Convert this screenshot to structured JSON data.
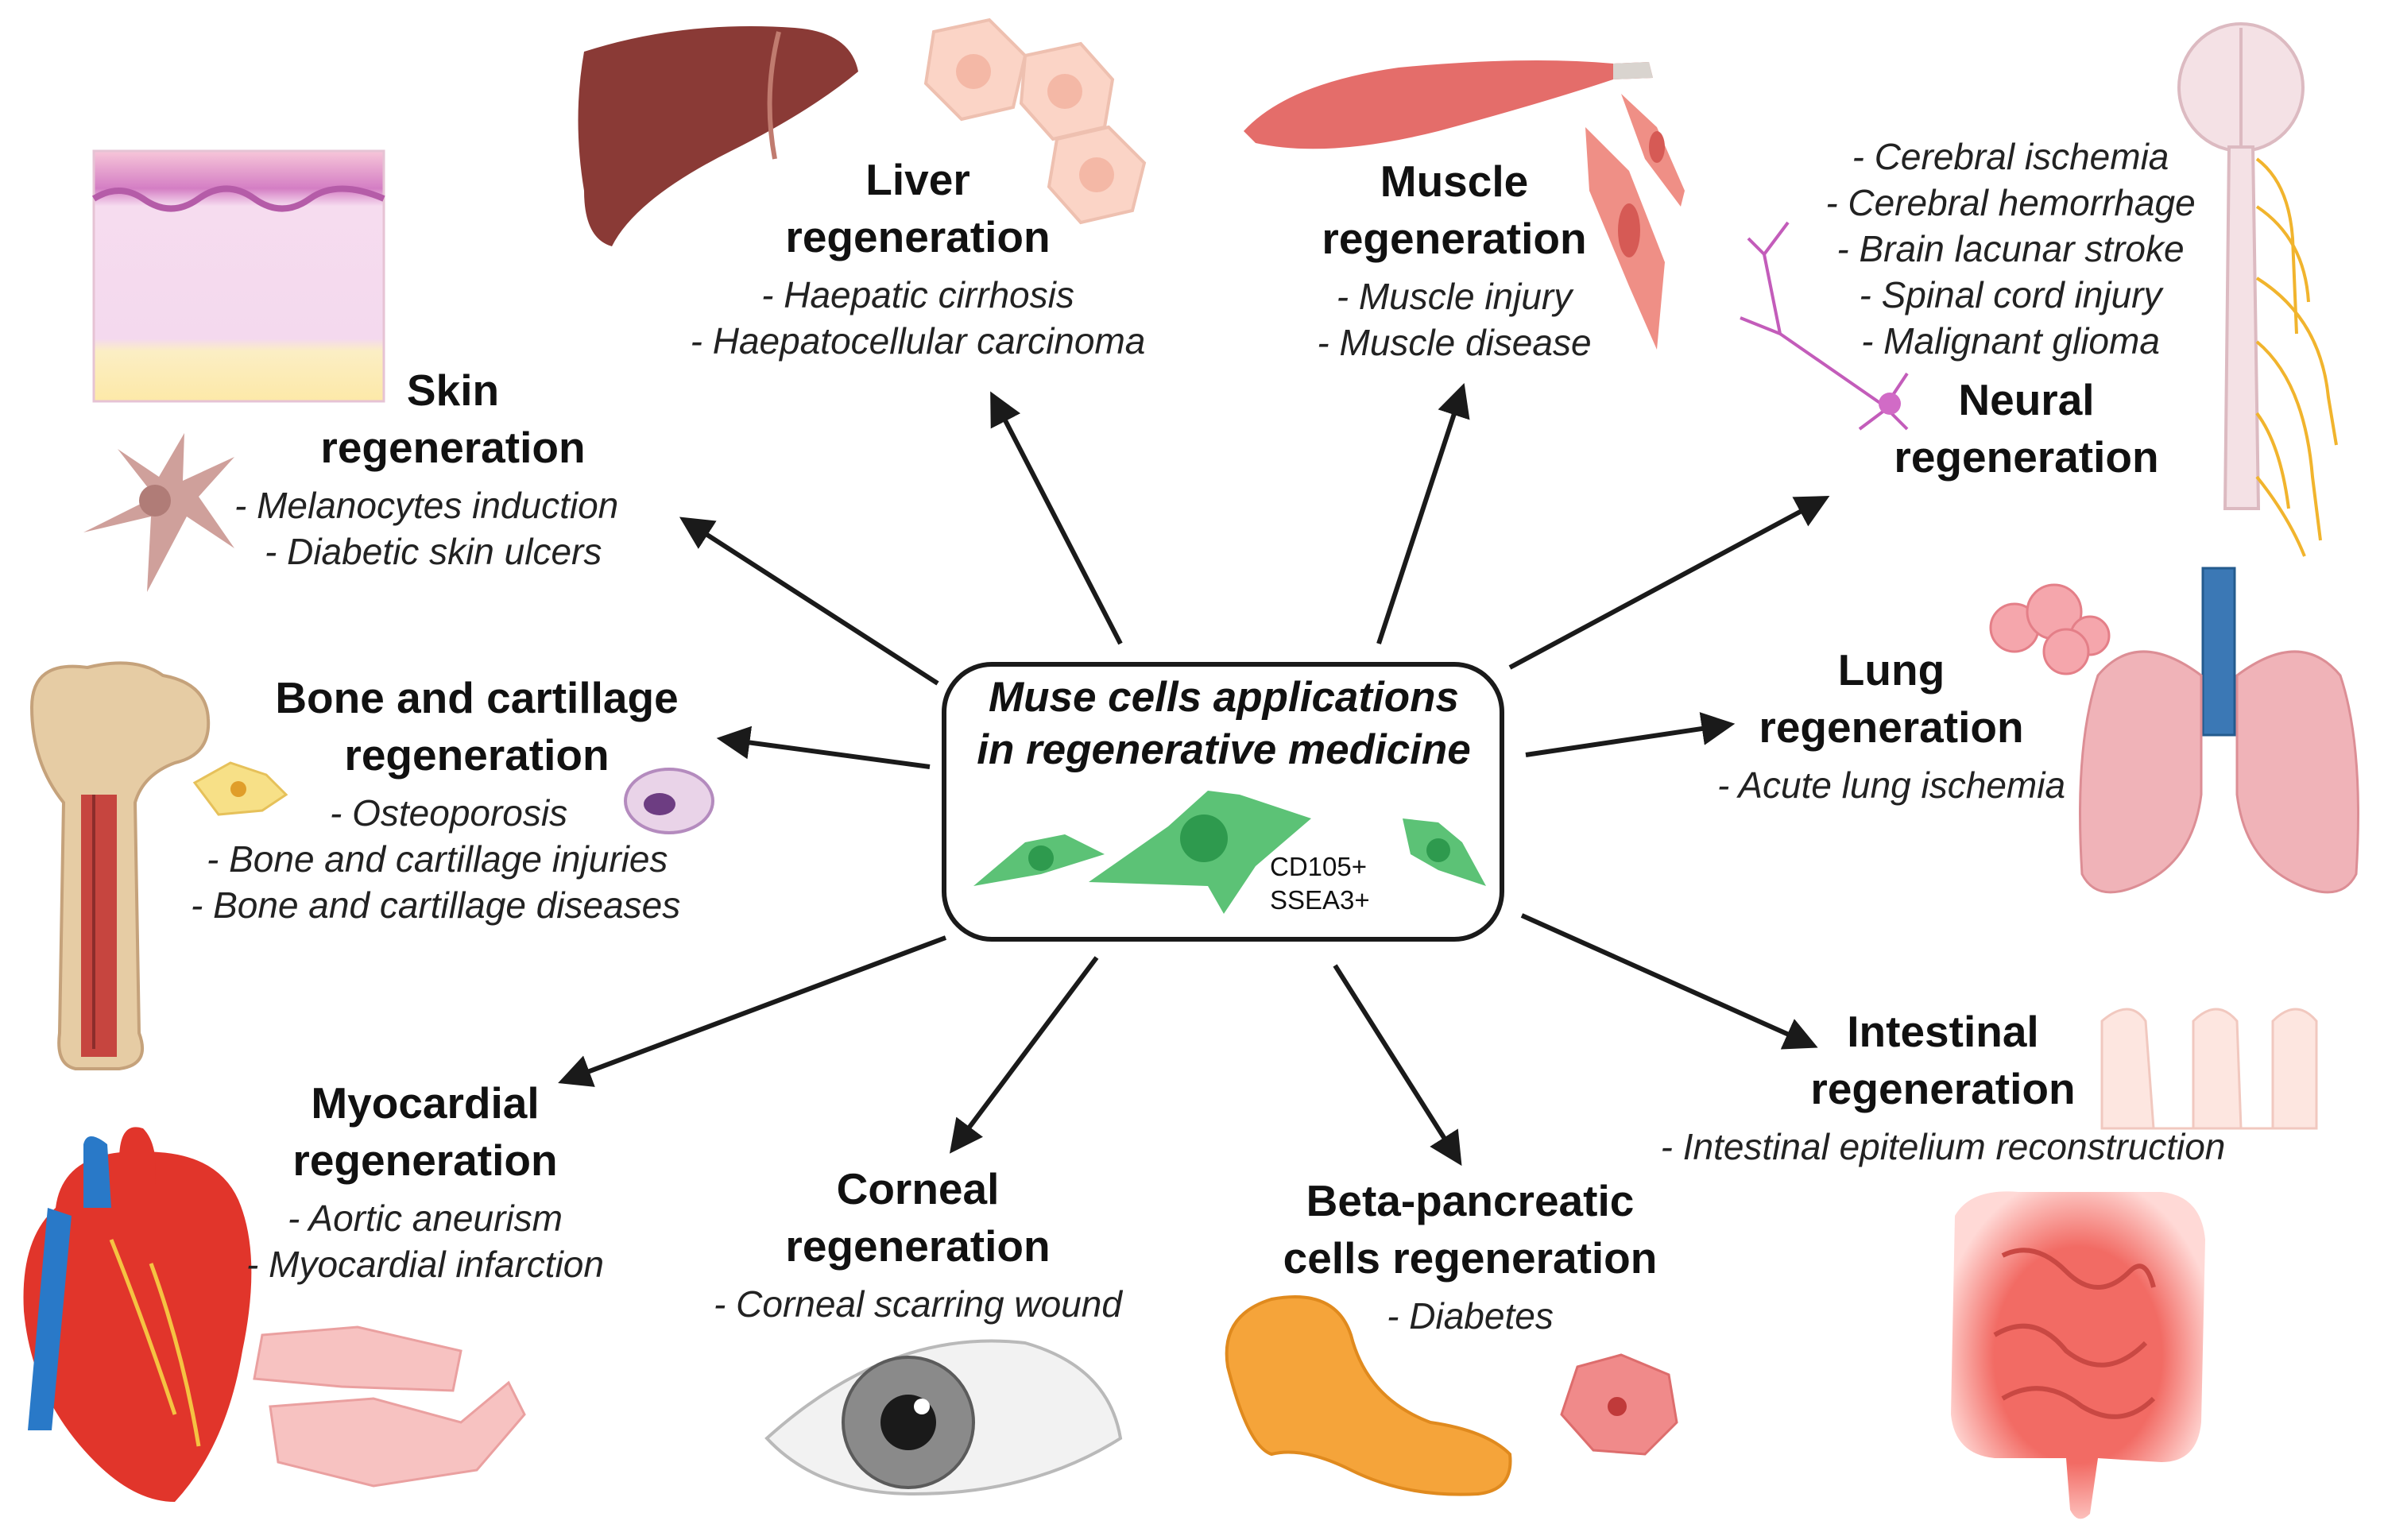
{
  "center": {
    "title_line1": "Muse cells applications",
    "title_line2": "in regenerative medicine",
    "markers": [
      "CD105+",
      "SSEA3+"
    ]
  },
  "topics": {
    "liver": {
      "title": [
        "Liver",
        "regeneration"
      ],
      "items": [
        "- Haepatic cirrhosis",
        "- Haepatocellular carcinoma"
      ]
    },
    "muscle": {
      "title": [
        "Muscle",
        "regeneration"
      ],
      "items": [
        "- Muscle injury",
        "- Muscle disease"
      ]
    },
    "neural": {
      "title": [
        "Neural",
        "regeneration"
      ],
      "items": [
        "- Cerebral ischemia",
        "- Cerebral hemorrhage",
        "- Brain lacunar stroke",
        "- Spinal cord injury",
        "- Malignant glioma"
      ]
    },
    "skin": {
      "title": [
        "Skin",
        "regeneration"
      ],
      "items": [
        "- Melanocytes induction",
        "- Diabetic skin ulcers"
      ]
    },
    "bone": {
      "title": [
        "Bone and cartillage",
        "regeneration"
      ],
      "items": [
        "- Osteoporosis",
        "- Bone and cartillage injuries",
        "- Bone and cartillage diseases"
      ]
    },
    "lung": {
      "title": [
        "Lung",
        "regeneration"
      ],
      "items": [
        "- Acute lung ischemia"
      ]
    },
    "myocardial": {
      "title": [
        "Myocardial",
        "regeneration"
      ],
      "items": [
        "- Aortic aneurism",
        "- Myocardial infarction"
      ]
    },
    "corneal": {
      "title": [
        "Corneal",
        "regeneration"
      ],
      "items": [
        "- Corneal scarring wound"
      ]
    },
    "pancreatic": {
      "title": [
        "Beta-pancreatic",
        "cells regeneration"
      ],
      "items": [
        "- Diabetes"
      ]
    },
    "intestinal": {
      "title": [
        "Intestinal",
        "regeneration"
      ],
      "items": [
        "- Intestinal epitelium reconstruction"
      ]
    }
  },
  "colors": {
    "arrow": "#1a1a1a",
    "muse_cell": "#5cc276",
    "muse_nucleus": "#2e9a4e",
    "liver": "#8a3a36",
    "muscle": "#e46d6a",
    "skin_layer": "#f3cde8",
    "heart": "#e1352b",
    "vessel_blue": "#2979c8",
    "pancreas": "#f5a43a",
    "intestine": "#f26b64",
    "lung": "#f0b3b8",
    "trachea": "#3b78b5",
    "nerve": "#f1b42d"
  }
}
